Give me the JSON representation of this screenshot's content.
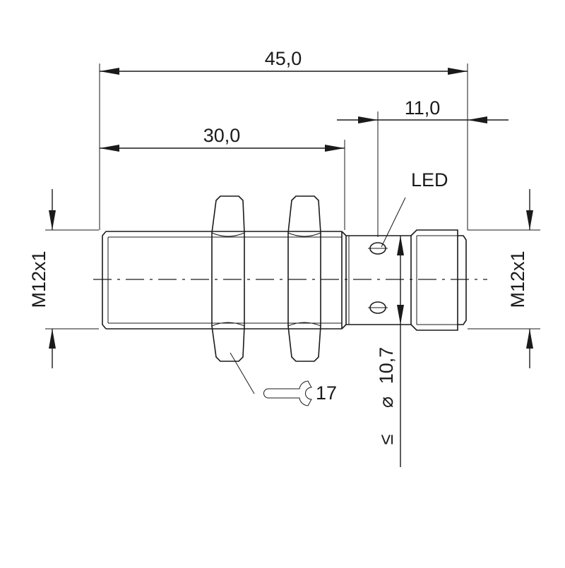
{
  "dimensions": {
    "overall_length": "45,0",
    "thread_length": "30,0",
    "connector_length": "11,0",
    "thread_left": "M12x1",
    "thread_right": "M12x1",
    "diameter": "10,7",
    "diameter_symbol": "⌀",
    "less_equal_symbol": "≤"
  },
  "labels": {
    "led": "LED",
    "wrench_size": "17"
  },
  "icons": {
    "wrench": "wrench-icon"
  }
}
